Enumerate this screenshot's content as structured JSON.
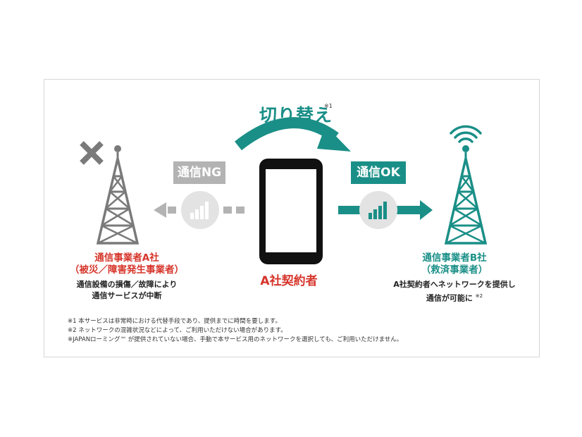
{
  "switch": {
    "label": "切り替え",
    "note": "※1"
  },
  "tags": {
    "ng": "通信NG",
    "ok": "通信OK"
  },
  "operator_a": {
    "name_line1": "通信事業者A社",
    "name_line2": "（被災／障害発生事業者）",
    "desc_line1": "通信設備の損傷／故障により",
    "desc_line2": "通信サービスが中断"
  },
  "operator_b": {
    "name_line1": "通信事業者B社",
    "name_line2": "（救済事業者）",
    "desc_line1": "A社契約者へネットワークを提供し",
    "desc_line2": "通信が可能に",
    "desc_note": "※2"
  },
  "subscriber": {
    "label": "A社契約者"
  },
  "notes": [
    "※1 本サービスは非常時における代替手段であり、提供までに時間を要します。",
    "※2 ネットワークの混雑状況などによって、ご利用いただけない場合があります。",
    "※JAPANローミング™ が提供されていない場合、手動で本サービス用のネットワークを選択しても、ご利用いただけません。"
  ],
  "colors": {
    "teal": "#1a8f87",
    "gray": "#7a7a7a",
    "light_gray": "#b3b3b3",
    "red": "#d6352b"
  },
  "icons": [
    "x-mark-icon",
    "tower-a-icon",
    "tower-b-icon",
    "signal-waves-icon",
    "smartphone-icon",
    "signal-bars-gray-icon",
    "signal-bars-teal-icon",
    "dashed-arrow-left-icon",
    "arrow-right-icon",
    "curved-arrow-icon"
  ]
}
